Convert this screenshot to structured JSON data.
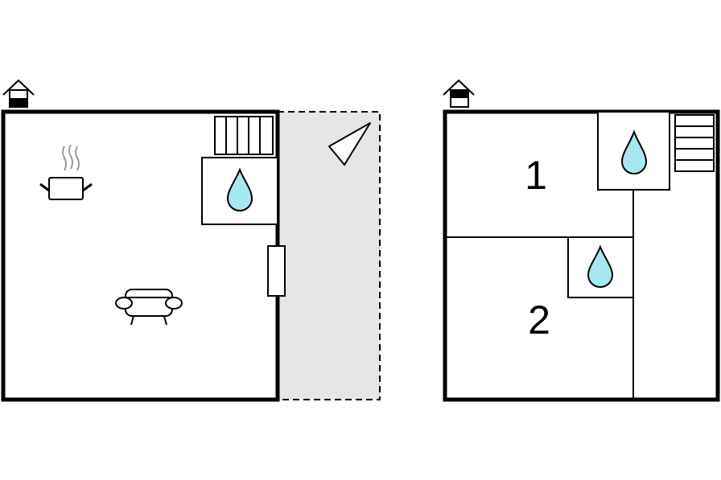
{
  "floors": [
    {
      "name": "ground-floor",
      "icons": [
        "floor-marker-icon",
        "kitchen-pot-icon",
        "sofa-icon",
        "water-drop-icon",
        "stairs-icon",
        "terrace-icon",
        "door-icon"
      ],
      "terrace_color": "#e6e6e6"
    },
    {
      "name": "upper-floor",
      "icons": [
        "floor-marker-icon",
        "water-drop-icon",
        "stairs-icon"
      ],
      "rooms": [
        {
          "label": "1"
        },
        {
          "label": "2"
        }
      ]
    }
  ],
  "colors": {
    "wall": "#000000",
    "water_drop": "#a6e8f0",
    "terrace": "#e6e6e6",
    "steam": "#9a9a9a"
  }
}
